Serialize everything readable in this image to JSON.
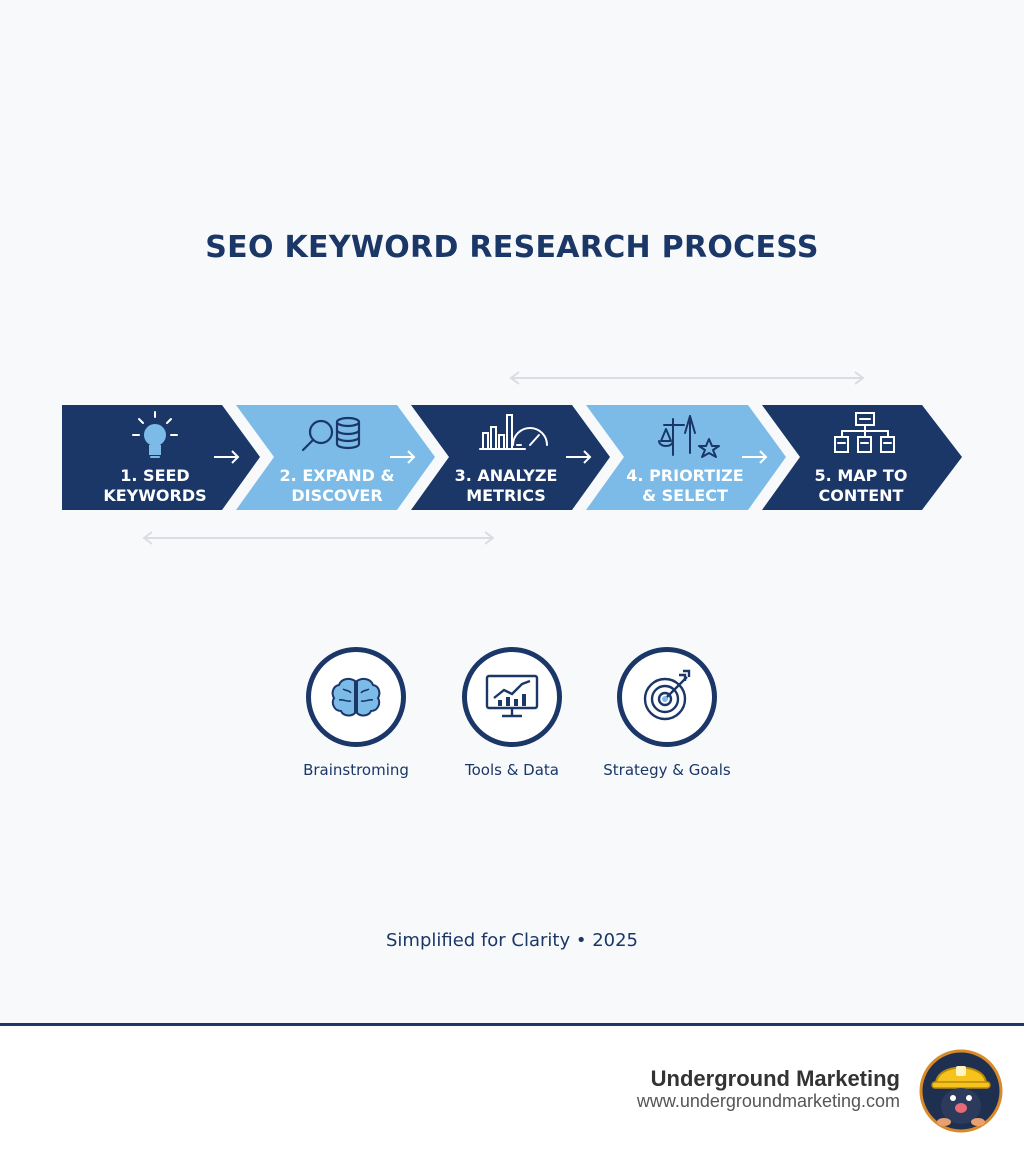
{
  "title": "SEO KEYWORD RESEARCH PROCESS",
  "steps": [
    {
      "label": "1. SEED\nKEYWORDS",
      "icon": "lightbulb-icon",
      "color": "#1a3767"
    },
    {
      "label": "2. EXPAND &\nDISCOVER",
      "icon": "search-database-icon",
      "color": "#7cbbe8"
    },
    {
      "label": "3. ANALYZE\nMETRICS",
      "icon": "chart-gauge-icon",
      "color": "#1a3767"
    },
    {
      "label": "4. PRIORTIZE\n& SELECT",
      "icon": "scale-star-icon",
      "color": "#7cbbe8"
    },
    {
      "label": "5. MAP TO\nCONTENT",
      "icon": "sitemap-icon",
      "color": "#1a3767"
    }
  ],
  "pillars": [
    {
      "label": "Brainstroming",
      "icon": "brain-icon"
    },
    {
      "label": "Tools & Data",
      "icon": "monitor-chart-icon"
    },
    {
      "label": "Strategy & Goals",
      "icon": "target-arrow-icon"
    }
  ],
  "footer_note": "Simplified for Clarity • 2025",
  "brand": {
    "name": "Underground Marketing",
    "url": "www.undergroundmarketing.com",
    "logo_icon": "mole-mascot-icon"
  },
  "colors": {
    "navy": "#1a3767",
    "light_blue": "#7cbbe8",
    "background": "#f8f9fb"
  }
}
